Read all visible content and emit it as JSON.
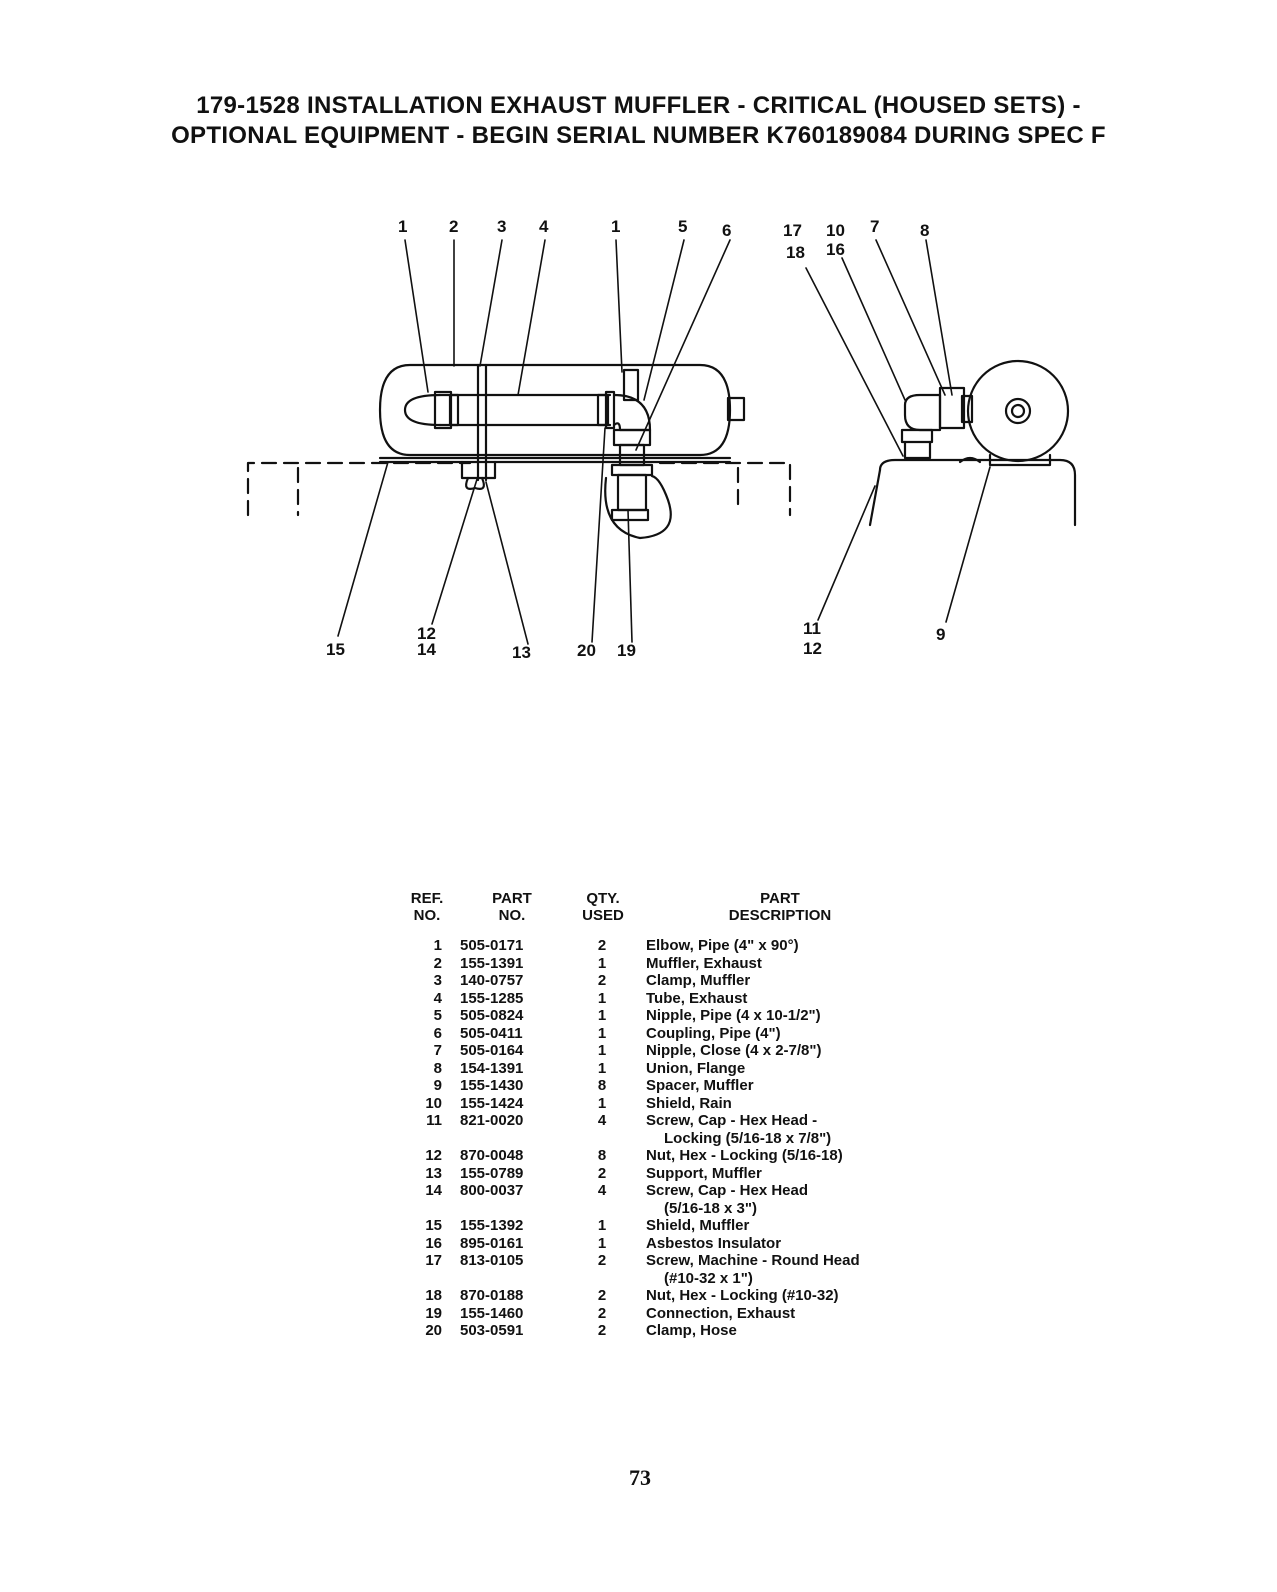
{
  "title": {
    "line1": "179-1528 INSTALLATION EXHAUST MUFFLER - CRITICAL (HOUSED SETS) -",
    "line2": "OPTIONAL EQUIPMENT - BEGIN SERIAL NUMBER K760189084 DURING SPEC F"
  },
  "callouts": {
    "top_left": [
      "1",
      "2",
      "3",
      "4",
      "1",
      "5",
      "6"
    ],
    "top_right_1": "17",
    "top_right_2": "10",
    "top_right_3": "7",
    "top_right_4": "8",
    "top_right_5": "18",
    "top_right_6": "16",
    "bottom_15": "15",
    "bottom_12": "12",
    "bottom_14": "14",
    "bottom_13": "13",
    "bottom_20": "20",
    "bottom_19": "19",
    "bottom_11": "11",
    "bottom_12b": "12",
    "bottom_9": "9"
  },
  "table": {
    "headers": {
      "ref_1": "REF.",
      "ref_2": "NO.",
      "part_1": "PART",
      "part_2": "NO.",
      "qty_1": "QTY.",
      "qty_2": "USED",
      "desc_1": "PART",
      "desc_2": "DESCRIPTION"
    },
    "rows": [
      {
        "ref": "1",
        "part": "505-0171",
        "qty": "2",
        "desc": "Elbow, Pipe (4\" x 90°)"
      },
      {
        "ref": "2",
        "part": "155-1391",
        "qty": "1",
        "desc": "Muffler, Exhaust"
      },
      {
        "ref": "3",
        "part": "140-0757",
        "qty": "2",
        "desc": "Clamp, Muffler"
      },
      {
        "ref": "4",
        "part": "155-1285",
        "qty": "1",
        "desc": "Tube, Exhaust"
      },
      {
        "ref": "5",
        "part": "505-0824",
        "qty": "1",
        "desc": "Nipple, Pipe (4 x 10-1/2\")"
      },
      {
        "ref": "6",
        "part": "505-0411",
        "qty": "1",
        "desc": "Coupling, Pipe (4\")"
      },
      {
        "ref": "7",
        "part": "505-0164",
        "qty": "1",
        "desc": "Nipple, Close (4 x 2-7/8\")"
      },
      {
        "ref": "8",
        "part": "154-1391",
        "qty": "1",
        "desc": "Union, Flange"
      },
      {
        "ref": "9",
        "part": "155-1430",
        "qty": "8",
        "desc": "Spacer, Muffler"
      },
      {
        "ref": "10",
        "part": "155-1424",
        "qty": "1",
        "desc": "Shield, Rain"
      },
      {
        "ref": "11",
        "part": "821-0020",
        "qty": "4",
        "desc": "Screw, Cap - Hex Head -",
        "cont": "Locking (5/16-18 x 7/8\")"
      },
      {
        "ref": "12",
        "part": "870-0048",
        "qty": "8",
        "desc": "Nut, Hex - Locking (5/16-18)"
      },
      {
        "ref": "13",
        "part": "155-0789",
        "qty": "2",
        "desc": "Support, Muffler"
      },
      {
        "ref": "14",
        "part": "800-0037",
        "qty": "4",
        "desc": "Screw, Cap - Hex Head",
        "cont": "(5/16-18 x 3\")"
      },
      {
        "ref": "15",
        "part": "155-1392",
        "qty": "1",
        "desc": "Shield, Muffler"
      },
      {
        "ref": "16",
        "part": "895-0161",
        "qty": "1",
        "desc": "Asbestos Insulator"
      },
      {
        "ref": "17",
        "part": "813-0105",
        "qty": "2",
        "desc": "Screw, Machine - Round Head",
        "cont": "(#10-32 x 1\")"
      },
      {
        "ref": "18",
        "part": "870-0188",
        "qty": "2",
        "desc": "Nut, Hex - Locking (#10-32)"
      },
      {
        "ref": "19",
        "part": "155-1460",
        "qty": "2",
        "desc": "Connection, Exhaust"
      },
      {
        "ref": "20",
        "part": "503-0591",
        "qty": "2",
        "desc": "Clamp, Hose"
      }
    ]
  },
  "page_number": "73"
}
